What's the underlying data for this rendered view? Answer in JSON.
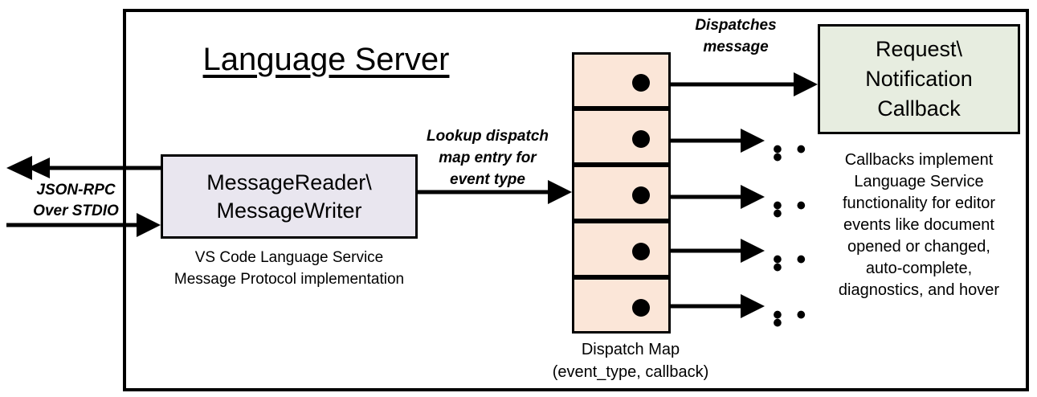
{
  "diagram": {
    "title": "Language Server",
    "title_underlined": true,
    "colors": {
      "reader_box_fill": "#E9E6EF",
      "dispatch_map_fill": "#FBE6D8",
      "callback_box_fill": "#E7EDE0",
      "stroke": "#000000",
      "background": "#FFFFFF"
    }
  },
  "external_channel": {
    "label_line1": "JSON-RPC",
    "label_line2": "Over STDIO",
    "outbound_arrow": "arrow-left-out-to-client",
    "inbound_arrow": "arrow-right-in-from-client"
  },
  "reader_node": {
    "line1": "MessageReader\\",
    "line2": "MessageWriter",
    "caption_line1": "VS Code Language Service",
    "caption_line2": "Message Protocol implementation"
  },
  "lookup_edge": {
    "label_line1": "Lookup dispatch",
    "label_line2": "map entry for",
    "label_line3": "event type"
  },
  "dispatch_map": {
    "caption_line1": "Dispatch Map",
    "caption_line2": "(event_type, callback)",
    "cell_count": 5,
    "cells": [
      {
        "index": 0,
        "dot": true,
        "target": "callback-box"
      },
      {
        "index": 1,
        "dot": true,
        "target": "ellipsis"
      },
      {
        "index": 2,
        "dot": true,
        "target": "ellipsis"
      },
      {
        "index": 3,
        "dot": true,
        "target": "ellipsis"
      },
      {
        "index": 4,
        "dot": true,
        "target": "ellipsis"
      }
    ],
    "ellipsis_glyph": "• • •"
  },
  "dispatch_edge": {
    "label_line1": "Dispatches",
    "label_line2": "message"
  },
  "callback_node": {
    "line1": "Request\\",
    "line2": "Notification",
    "line3": "Callback",
    "description_line1": "Callbacks implement",
    "description_line2": "Language Service",
    "description_line3": "functionality for editor",
    "description_line4": "events like document",
    "description_line5": "opened or changed,",
    "description_line6": "auto-complete,",
    "description_line7": "diagnostics, and hover"
  }
}
